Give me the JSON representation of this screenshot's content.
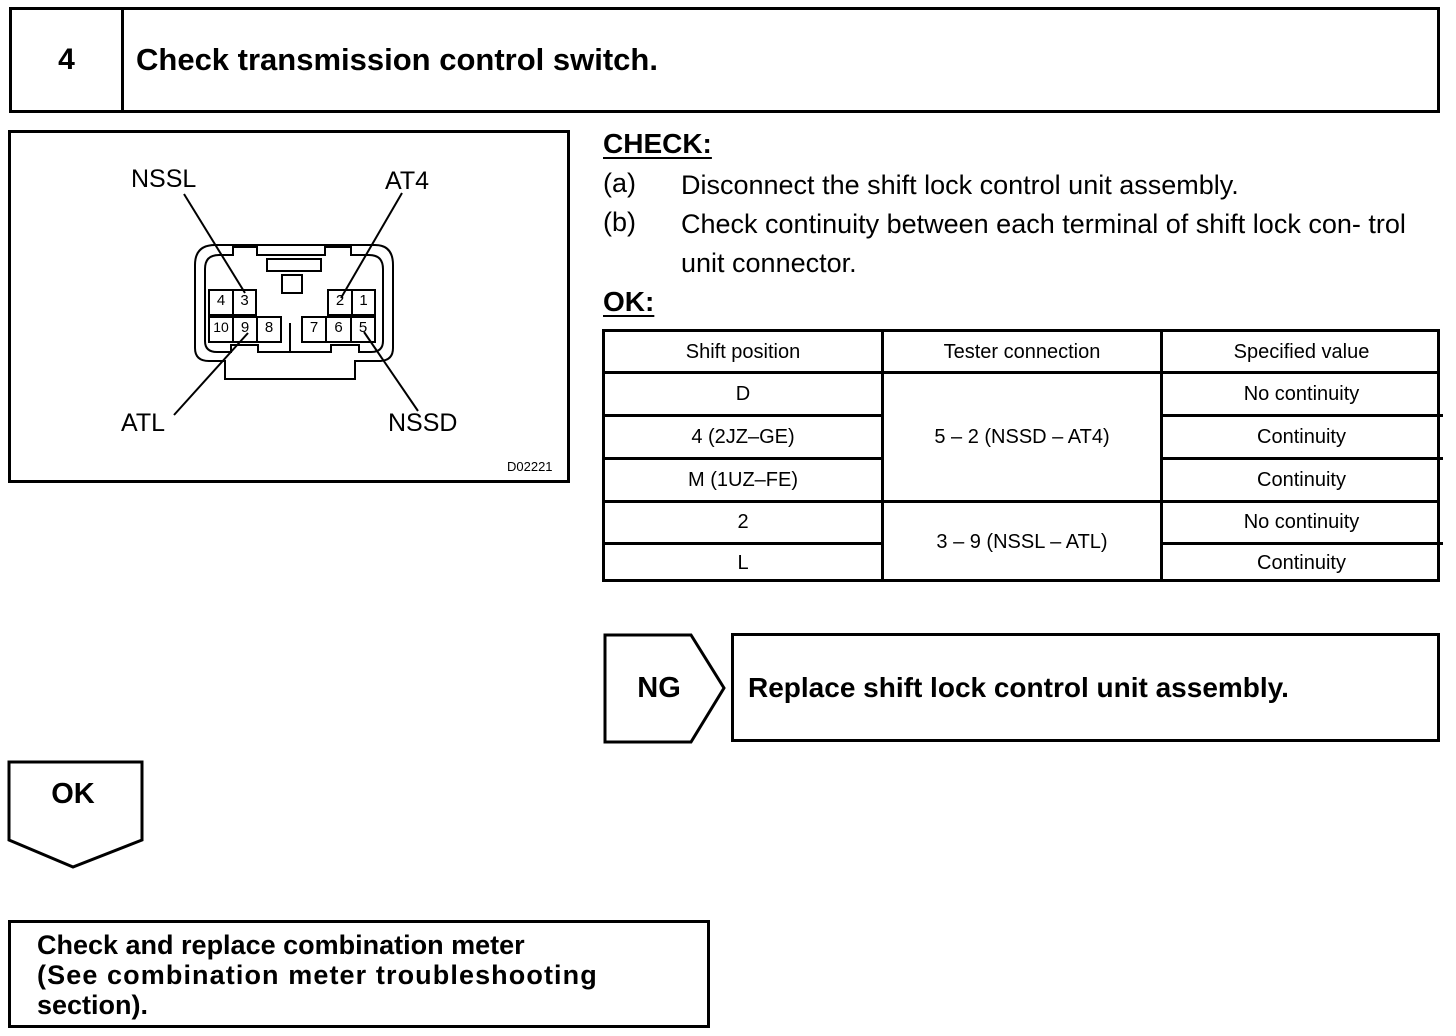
{
  "header": {
    "step_number": "4",
    "title": "Check transmission control switch."
  },
  "diagram": {
    "labels": {
      "nssl": "NSSL",
      "at4": "AT4",
      "atl": "ATL",
      "nssd": "NSSD"
    },
    "pins_top_left": [
      "4",
      "3"
    ],
    "pins_top_right": [
      "2",
      "1"
    ],
    "pins_bottom_left": [
      "10",
      "9",
      "8"
    ],
    "pins_bottom_right": [
      "7",
      "6",
      "5"
    ],
    "figure_code": "D02221"
  },
  "check": {
    "heading": "CHECK:",
    "steps": [
      {
        "label": "(a)",
        "text": "Disconnect the shift lock control unit assembly."
      },
      {
        "label": "(b)",
        "text": "Check continuity between each terminal of shift lock con- trol unit connector."
      }
    ]
  },
  "ok_heading": "OK:",
  "table": {
    "headers": [
      "Shift position",
      "Tester connection",
      "Specified value"
    ],
    "shift_positions": [
      "D",
      "4 (2JZ–GE)",
      "M (1UZ–FE)",
      "2",
      "L"
    ],
    "tester_connections": [
      "5 – 2 (NSSD – AT4)",
      "3 – 9 (NSSL – ATL)"
    ],
    "specified_values": [
      "No continuity",
      "Continuity",
      "Continuity",
      "No continuity",
      "Continuity"
    ]
  },
  "ng": {
    "label": "NG",
    "result": "Replace shift lock control unit assembly."
  },
  "ok": {
    "label": "OK"
  },
  "next_step": {
    "lines": [
      "Check and replace combination meter",
      "(See combination meter troubleshooting",
      "section)."
    ]
  }
}
